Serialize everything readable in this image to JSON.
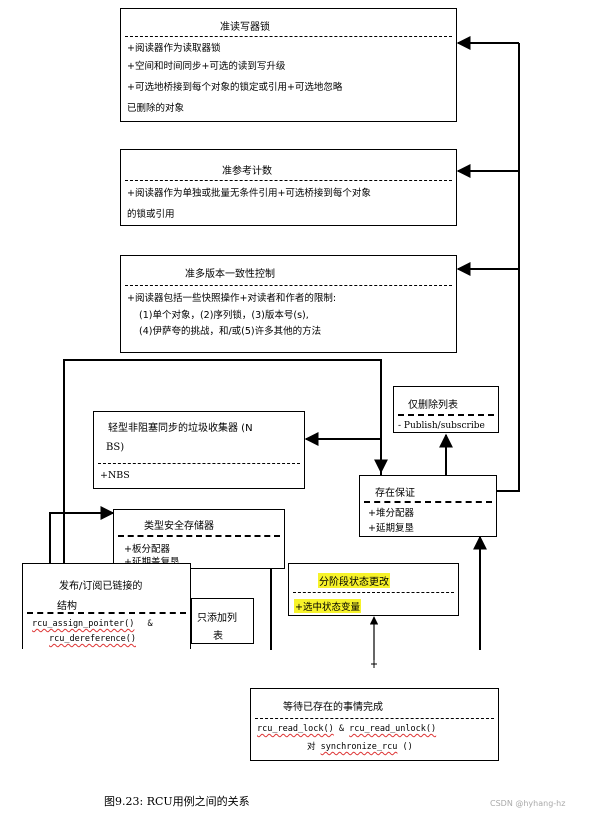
{
  "boxes": {
    "quasi_rw_lock": {
      "title": "准读写器锁",
      "lines": [
        "+阅读器作为读取器锁",
        "+空间和时间同步+可选的读到写升级",
        "+可选地桥接到每个对象的锁定或引用+可选地忽略",
        "已删除的对象"
      ]
    },
    "quasi_ref_count": {
      "title": "准参考计数",
      "lines": [
        "+阅读器作为单独或批量无条件引用+可选桥接到每个对象",
        "的锁或引用"
      ]
    },
    "quasi_mvcc": {
      "title": "准多版本一致性控制",
      "lines": [
        "+阅读器包括一些快照操作+对读者和作者的限制:",
        "(1)单个对象，(2)序列锁，(3)版本号(s),",
        "(4)伊萨夸的挑战，和/或(5)许多其他的方法"
      ]
    },
    "delete_only_list": {
      "title": "仅删除列表",
      "lines": [
        "- Publish/subscribe"
      ]
    },
    "nbs_gc": {
      "title": "轻型非阻塞同步的垃圾收集器 (N",
      "title2": "BS)",
      "lines": [
        "+NBS"
      ]
    },
    "existence_guarantee": {
      "title": "存在保证",
      "lines": [
        "+堆分配器",
        "+延期复垦"
      ]
    },
    "type_safe_memory": {
      "title": "类型安全存储器",
      "lines": [
        "+板分配器",
        "+延期盖复垦"
      ]
    },
    "pubsub_linked": {
      "title": "发布/订阅已链接的",
      "title2": "结构",
      "code1": "rcu_assign_pointer()",
      "code1_tail": " &",
      "code2": "rcu_dereference()"
    },
    "add_only_list": {
      "title": "只添加列",
      "title2": "表"
    },
    "phased_state_change": {
      "title": "分阶段状态更改",
      "lines": [
        "+选中状态变量"
      ]
    },
    "wait_pre_existing": {
      "title": "等待已存在的事情完成",
      "code1": "rcu_read_lock()",
      "code1_mid": " & ",
      "code1b": "rcu_read_unlock()",
      "code2_pre": "对 ",
      "code2": "synchronize_rcu",
      "code2_tail": " ()"
    }
  },
  "caption": "图9.23:  RCU用例之间的关系",
  "watermark": "CSDN @hyhang-hz",
  "colors": {
    "highlight": "#f7f32a",
    "squiggle": "#d33333",
    "line": "#000000"
  }
}
